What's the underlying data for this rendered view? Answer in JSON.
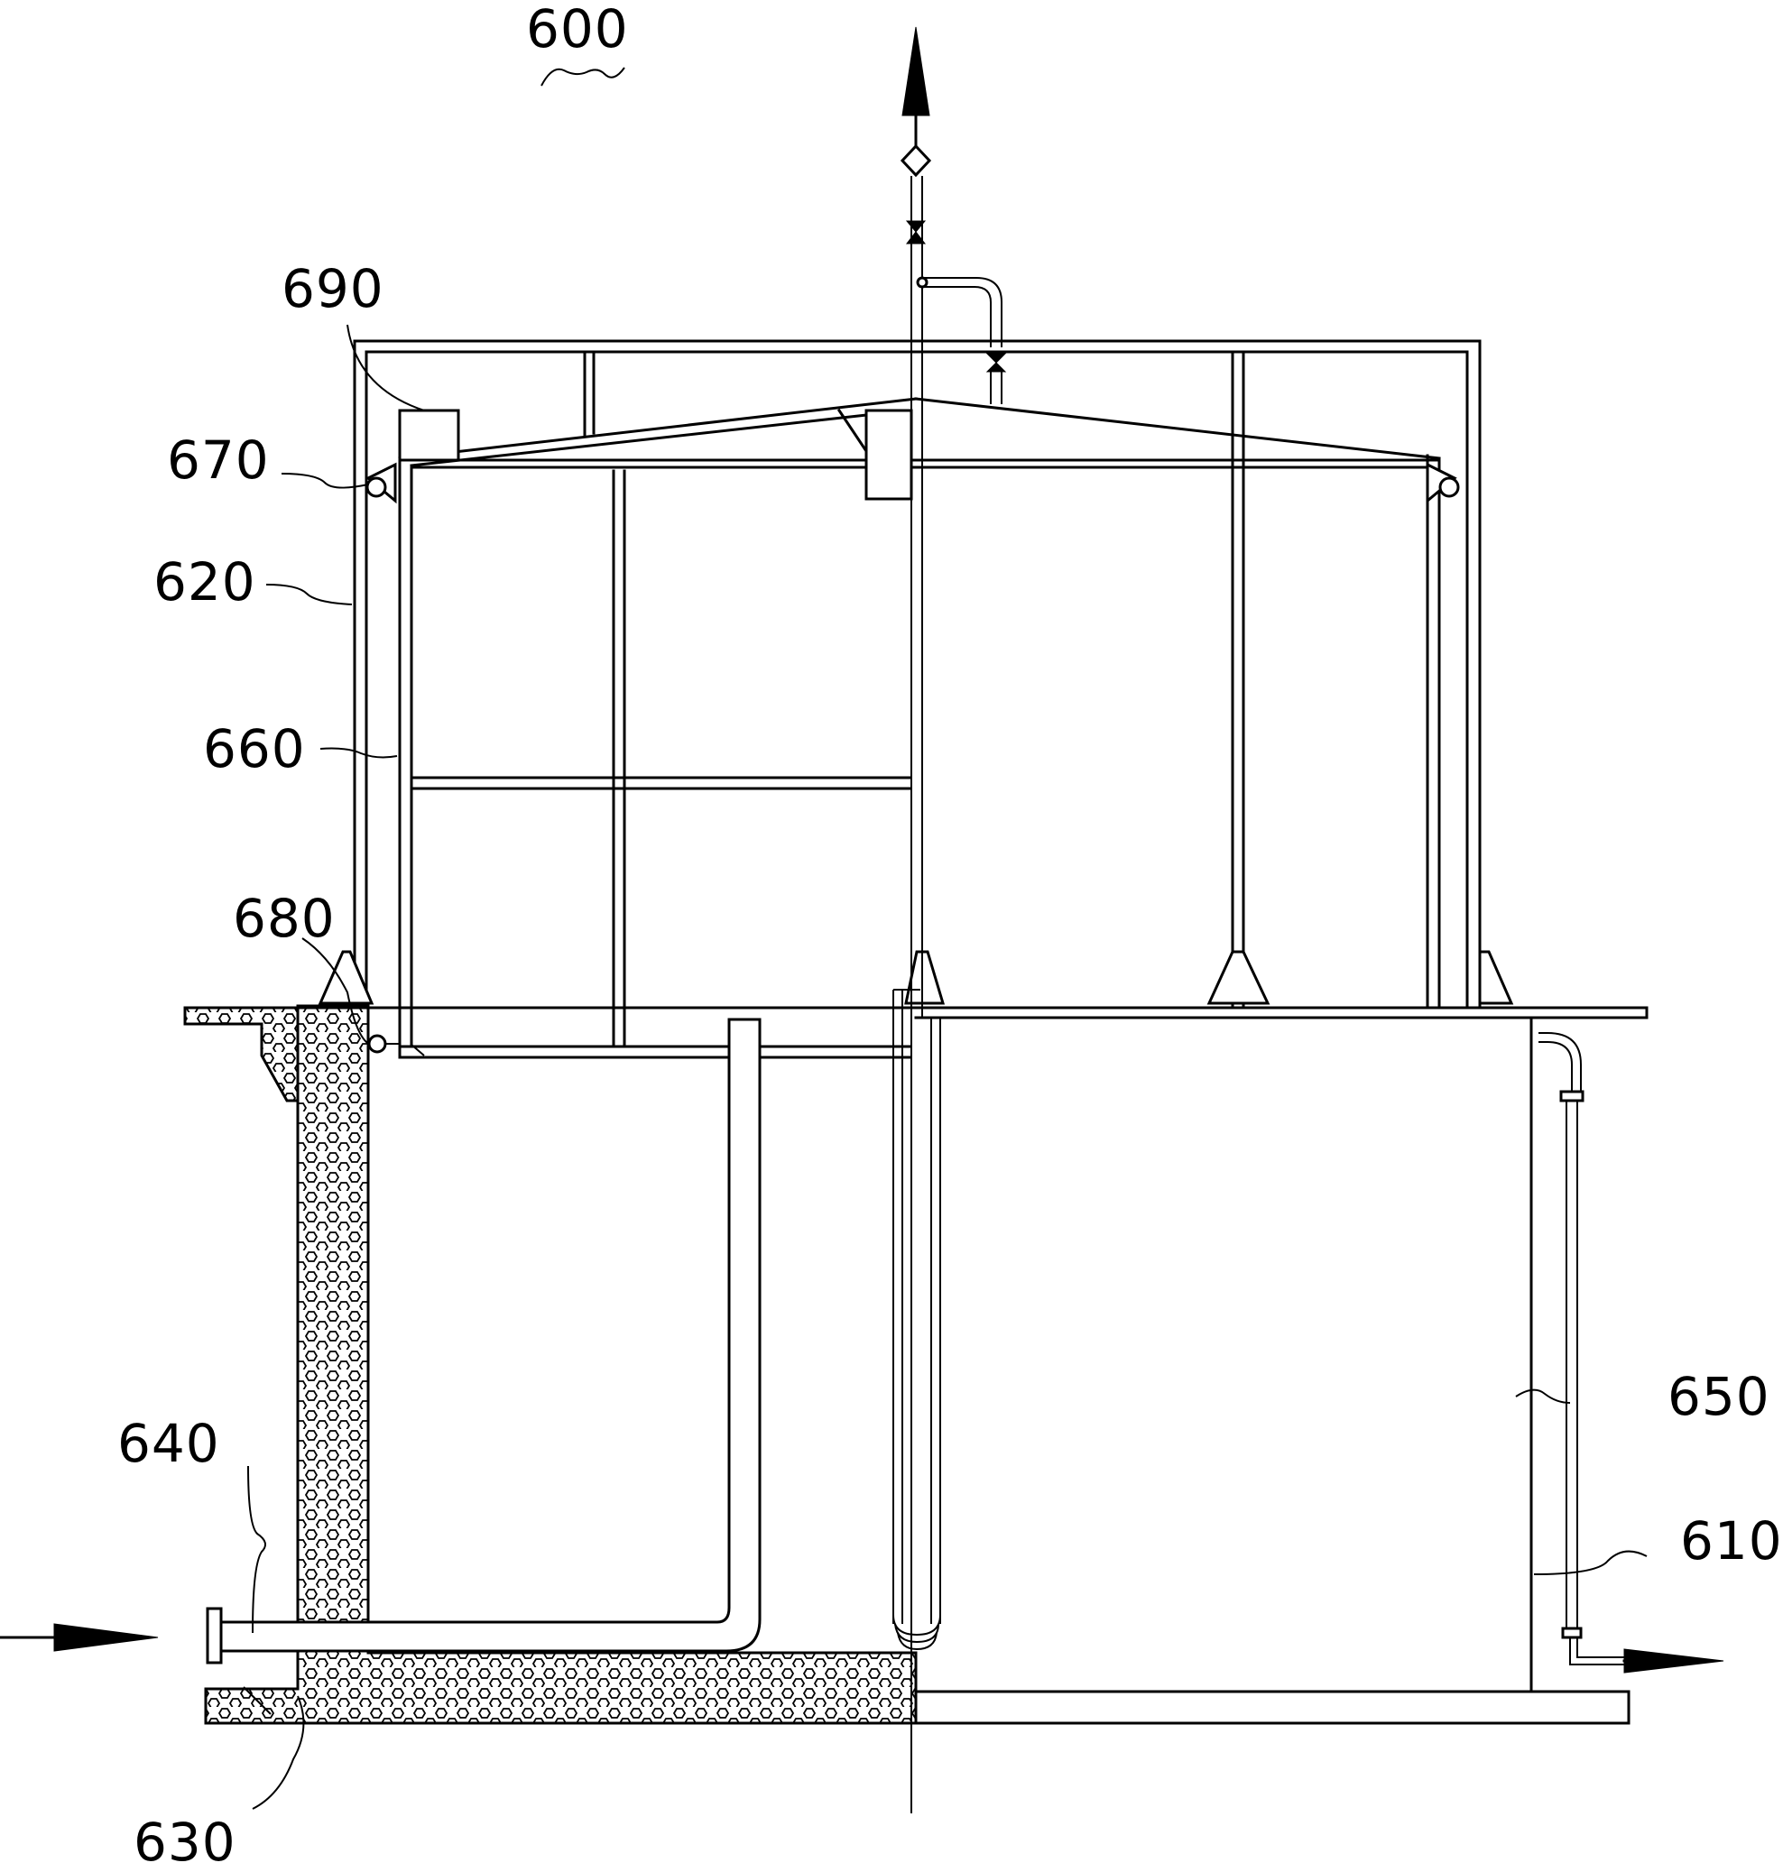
{
  "figure_number": "600",
  "labels": {
    "l690": "690",
    "l670": "670",
    "l620": "620",
    "l660": "660",
    "l680": "680",
    "l640": "640",
    "l630": "630",
    "l650": "650",
    "l610": "610"
  },
  "colors": {
    "line": "#000000",
    "background": "#ffffff"
  }
}
